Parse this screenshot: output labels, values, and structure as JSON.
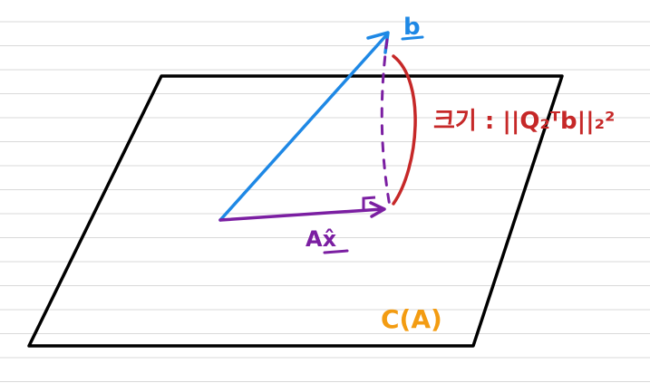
{
  "colors": {
    "paper_line": "#d9d9d9",
    "plane": "#000000",
    "vector_b": "#1e88e5",
    "projection": "#7b1fa2",
    "error": "#c62828",
    "column_space": "#f39c12"
  },
  "labels": {
    "b": "b",
    "ax": "Ax̂",
    "error": "크기 : ||Q₂ᵀb||₂²",
    "column_space": "C(A)"
  }
}
